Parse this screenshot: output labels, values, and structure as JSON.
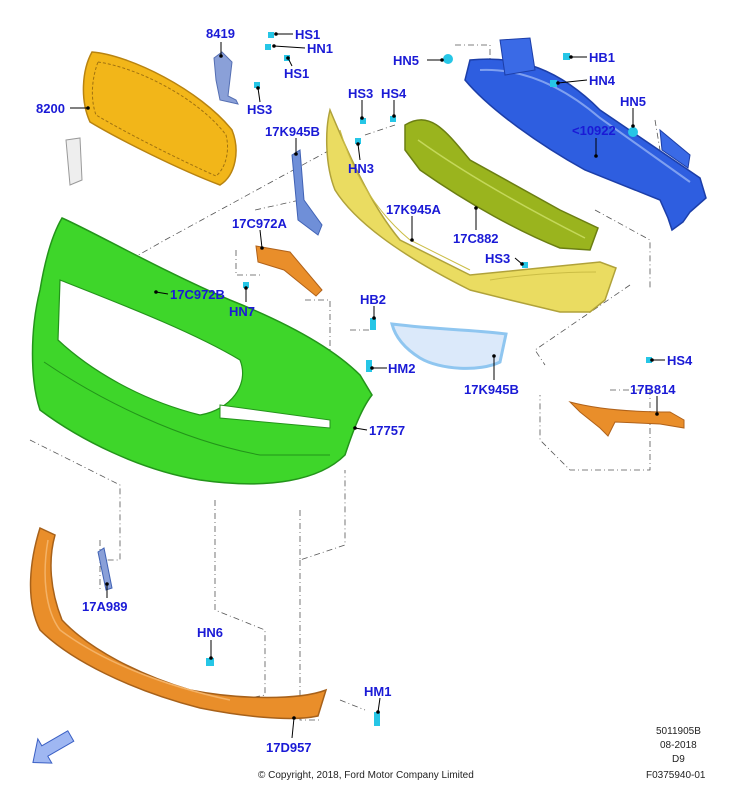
{
  "parts": {
    "hs1_top": "HS1",
    "p8419": "8419",
    "hn1": "HN1",
    "hs1_b": "HS1",
    "p8200": "8200",
    "hs3_a": "HS3",
    "hn5_a": "HN5",
    "hb1": "HB1",
    "hn4": "HN4",
    "hn5_b": "HN5",
    "p10922": "<10922",
    "hs3_b": "HS3",
    "hs4_a": "HS4",
    "p17k945b_a": "17K945B",
    "hn3": "HN3",
    "p17k945a": "17K945A",
    "p17c882": "17C882",
    "hs3_c": "HS3",
    "p17c972a": "17C972A",
    "p17c972b": "17C972B",
    "hn7": "HN7",
    "hb2": "HB2",
    "hm2": "HM2",
    "p17k945b_b": "17K945B",
    "hs4_b": "HS4",
    "p17b814": "17B814",
    "p17757": "17757",
    "p17a989": "17A989",
    "hn6": "HN6",
    "hm1": "HM1",
    "p17d957": "17D957"
  },
  "footer": {
    "copyright": "© Copyright, 2018, Ford Motor Company Limited",
    "ref_code": "5011905B",
    "date": "08-2018",
    "version": "D9",
    "figure_id": "F0375940-01"
  },
  "colors": {
    "label": "#1a1ad6",
    "grille": "#f2b619",
    "absorber": "#9ab41e",
    "beam": "#2e5ee0",
    "cover": "#3ed62a",
    "spoiler": "#e98e2a",
    "trim": "#eadc61",
    "bezel": "#8fc6f0",
    "fastener": "#26c6e6"
  },
  "icons": [
    "nav-arrow-icon"
  ]
}
